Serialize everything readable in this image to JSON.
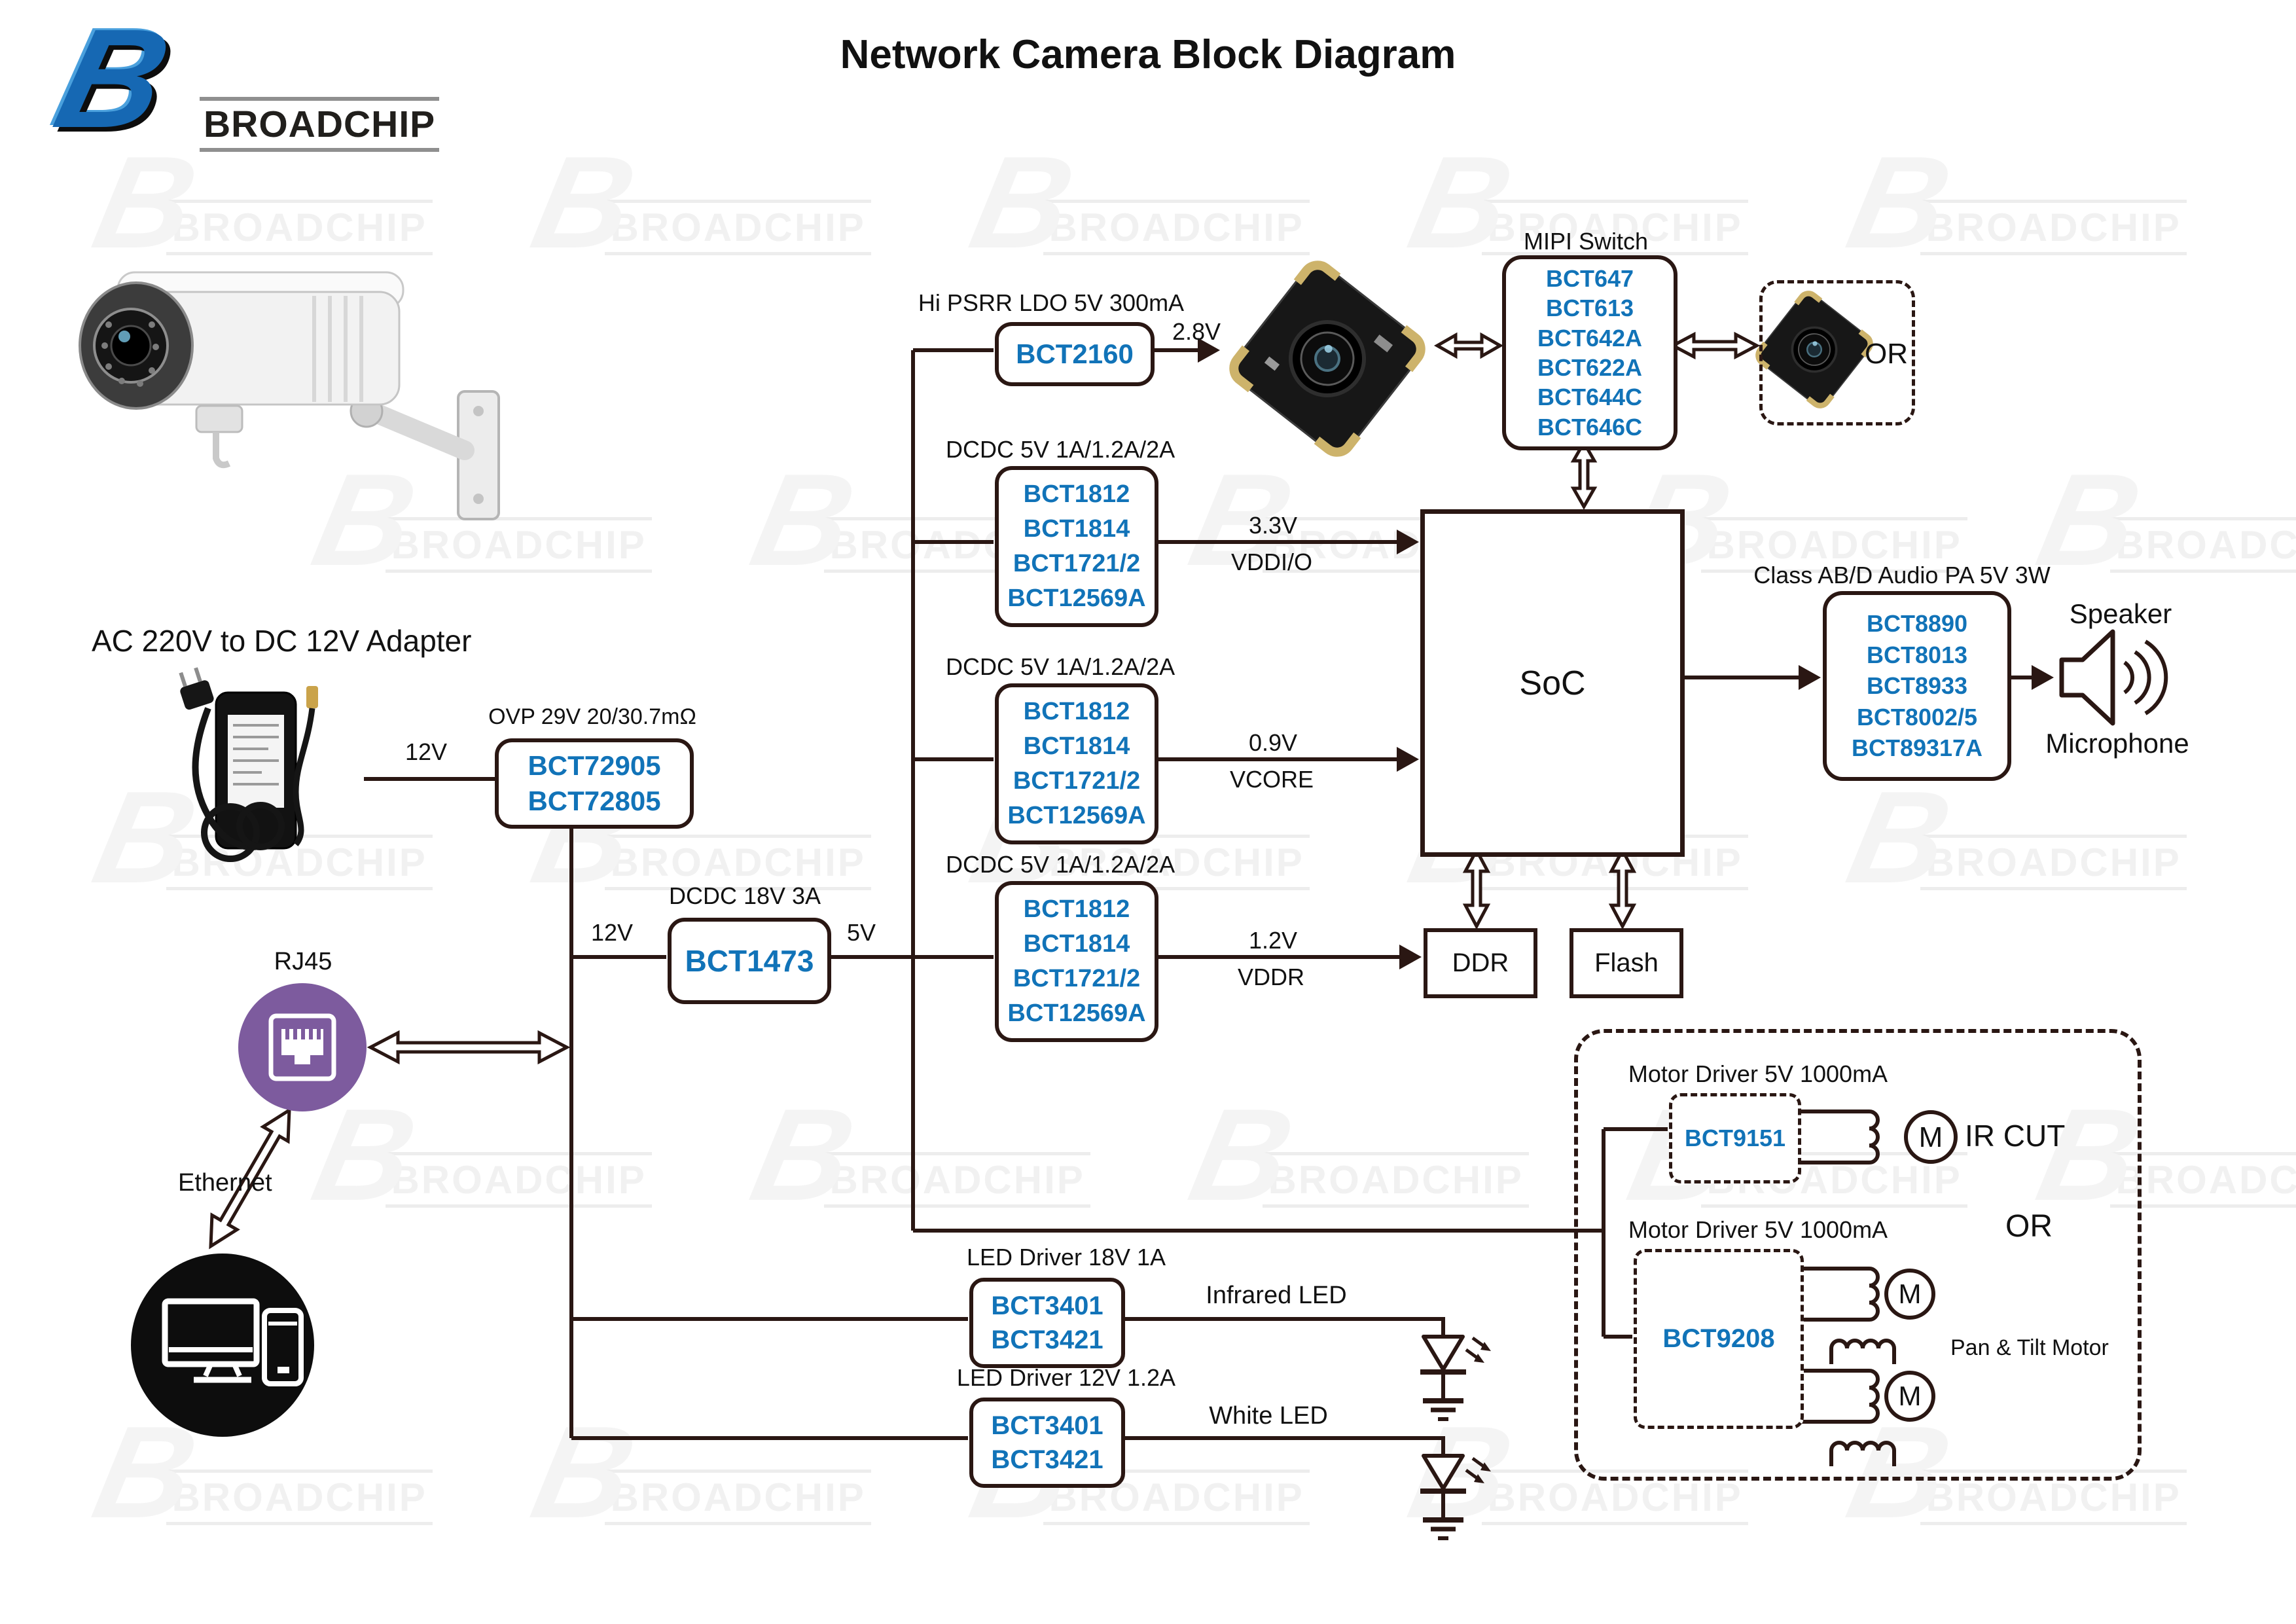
{
  "header": {
    "title": "Network Camera Block Diagram",
    "brand": "BROADCHIP",
    "brand_b": "B"
  },
  "watermark": {
    "b": "B",
    "text": "BROADCHIP"
  },
  "adapter": {
    "caption": "AC 220V to DC 12V Adapter",
    "out_label": "12V",
    "ovp_label": "OVP 29V 20/30.7mΩ",
    "ovp_chips": [
      "BCT72905",
      "BCT72805"
    ]
  },
  "network": {
    "rj45": "RJ45",
    "ethernet": "Ethernet"
  },
  "buck": {
    "label": "DCDC 18V 3A",
    "chip": "BCT1473",
    "in": "12V",
    "out": "5V"
  },
  "ldo": {
    "label": "Hi PSRR LDO 5V 300mA",
    "chip": "BCT2160",
    "out": "2.8V"
  },
  "mipi": {
    "label": "MIPI Switch",
    "chips": [
      "BCT647",
      "BCT613",
      "BCT642A",
      "BCT622A",
      "BCT644C",
      "BCT646C"
    ],
    "or_label": "OR"
  },
  "dcdc_blocks": [
    {
      "label": "DCDC 5V 1A/1.2A/2A",
      "chips": [
        "BCT1812",
        "BCT1814",
        "BCT1721/2",
        "BCT12569A"
      ],
      "rail": "3.3V",
      "net": "VDDI/O"
    },
    {
      "label": "DCDC 5V 1A/1.2A/2A",
      "chips": [
        "BCT1812",
        "BCT1814",
        "BCT1721/2",
        "BCT12569A"
      ],
      "rail": "0.9V",
      "net": "VCORE"
    },
    {
      "label": "DCDC 5V 1A/1.2A/2A",
      "chips": [
        "BCT1812",
        "BCT1814",
        "BCT1721/2",
        "BCT12569A"
      ],
      "rail": "1.2V",
      "net": "VDDR"
    }
  ],
  "soc": {
    "label": "SoC"
  },
  "memory": {
    "ddr": "DDR",
    "flash": "Flash"
  },
  "audio": {
    "label": "Class AB/D Audio PA 5V 3W",
    "chips": [
      "BCT8890",
      "BCT8013",
      "BCT8933",
      "BCT8002/5",
      "BCT89317A"
    ],
    "speaker": "Speaker",
    "microphone": "Microphone"
  },
  "led_drivers": [
    {
      "label": "LED Driver 18V 1A",
      "chips": [
        "BCT3401",
        "BCT3421"
      ],
      "out": "Infrared LED"
    },
    {
      "label": "LED Driver 12V 1.2A",
      "chips": [
        "BCT3401",
        "BCT3421"
      ],
      "out": "White LED"
    }
  ],
  "motor": {
    "driver1_label": "Motor Driver 5V 1000mA",
    "driver1_chip": "BCT9151",
    "ircut_label": "IR CUT",
    "or_label": "OR",
    "driver2_label": "Motor Driver 5V 1000mA",
    "driver2_chip": "BCT9208",
    "pan_tilt_label": "Pan & Tilt Motor",
    "m_label": "M"
  }
}
